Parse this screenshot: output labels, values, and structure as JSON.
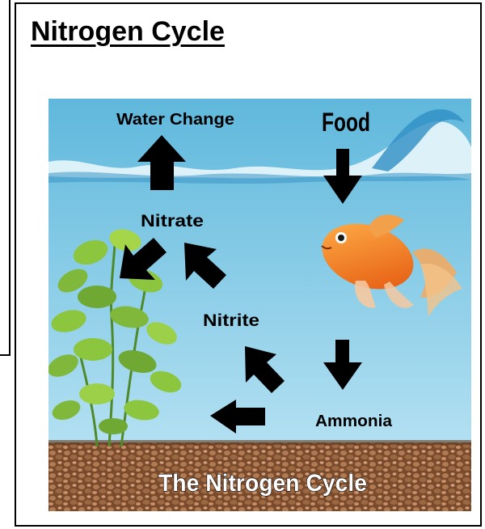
{
  "heading": "Nitrogen Cycle",
  "diagram": {
    "labels": {
      "water_change": "Water Change",
      "food": "Food",
      "nitrate": "Nitrate",
      "nitrite": "Nitrite",
      "ammonia": "Ammonia"
    },
    "banner": "The Nitrogen Cycle"
  },
  "colors": {
    "water_top": "#5fb8dc",
    "water_bottom": "#b8e3f3",
    "gravel": "#8a5a3a",
    "arrow": "#000000",
    "fish": "#f2781c"
  }
}
